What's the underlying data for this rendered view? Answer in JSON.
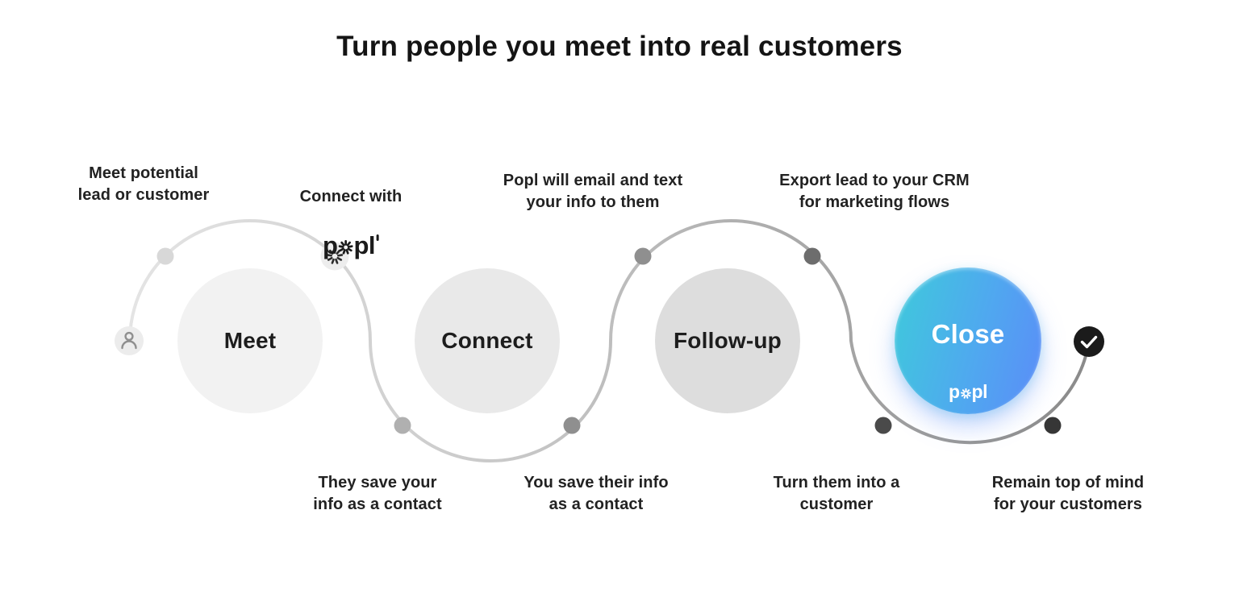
{
  "title": "Turn people you meet into real customers",
  "stages": [
    {
      "label": "Meet",
      "fill": "#f2f2f2"
    },
    {
      "label": "Connect",
      "fill": "#e9e9e9"
    },
    {
      "label": "Follow-up",
      "fill": "#dddddd"
    },
    {
      "label": "Close",
      "gradient": [
        "#3ecadb",
        "#4fa9ef",
        "#5b8cf8"
      ]
    }
  ],
  "logo": {
    "p": "p",
    "pl": "pl"
  },
  "notes": {
    "top": [
      "Meet potential\nlead or customer",
      "Connect with",
      "Popl will email and text\nyour info to them",
      "Export lead to your CRM\nfor marketing flows"
    ],
    "bottom": [
      "They save your\ninfo as a contact",
      "You save their info\nas a contact",
      "Turn them into a\ncustomer",
      "Remain top of mind\nfor your customers"
    ]
  },
  "icons": {
    "start": "person-icon",
    "connect_node": "popl-starburst-icon",
    "end": "checkmark-icon"
  },
  "milestones": [
    "#d8d8d8",
    "#b0b0b0",
    "#8f8f8f",
    "#8f8f8f",
    "#6d6d6d",
    "#4a4a4a",
    "#363636"
  ],
  "colors": {
    "line_start": "#e4e4e4",
    "line_end": "#8a8a8a",
    "check_bg": "#1b1b1b",
    "person_stroke": "#8f8f8f",
    "node_bg": "#ededed"
  }
}
